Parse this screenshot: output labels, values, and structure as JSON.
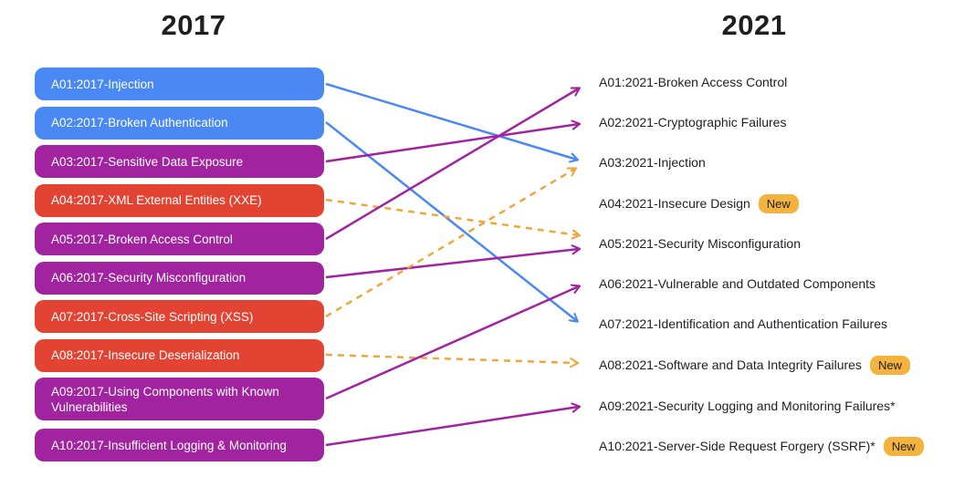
{
  "diagram": {
    "left_header": "2017",
    "right_header": "2021"
  },
  "colors": {
    "blue": "#4a89f3",
    "purple": "#a2239f",
    "red": "#e24333",
    "orange": "#eda73d",
    "badge_bg": "#f4b33d",
    "badge_text": "#202124",
    "box_text": "#ffffff",
    "right_text": "#202124",
    "header_text": "#1f1f1f"
  },
  "left": {
    "items": [
      {
        "id": "A01:2017",
        "label": "A01:2017-Injection",
        "color": "#4a89f3"
      },
      {
        "id": "A02:2017",
        "label": "A02:2017-Broken Authentication",
        "color": "#4a89f3"
      },
      {
        "id": "A03:2017",
        "label": "A03:2017-Sensitive Data Exposure",
        "color": "#a2239f"
      },
      {
        "id": "A04:2017",
        "label": "A04:2017-XML External Entities (XXE)",
        "color": "#e24333"
      },
      {
        "id": "A05:2017",
        "label": "A05:2017-Broken Access Control",
        "color": "#a2239f"
      },
      {
        "id": "A06:2017",
        "label": "A06:2017-Security Misconfiguration",
        "color": "#a2239f"
      },
      {
        "id": "A07:2017",
        "label": "A07:2017-Cross-Site Scripting (XSS)",
        "color": "#e24333"
      },
      {
        "id": "A08:2017",
        "label": "A08:2017-Insecure Deserialization",
        "color": "#e24333"
      },
      {
        "id": "A09:2017",
        "label": "A09:2017-Using Components with Known Vulnerabilities",
        "color": "#a2239f"
      },
      {
        "id": "A10:2017",
        "label": "A10:2017-Insufficient Logging & Monitoring",
        "color": "#a2239f"
      }
    ]
  },
  "right": {
    "items": [
      {
        "id": "A01:2021",
        "label": "A01:2021-Broken Access Control",
        "badge": ""
      },
      {
        "id": "A02:2021",
        "label": "A02:2021-Cryptographic Failures",
        "badge": ""
      },
      {
        "id": "A03:2021",
        "label": "A03:2021-Injection",
        "badge": ""
      },
      {
        "id": "A04:2021",
        "label": "A04:2021-Insecure Design",
        "badge": "New"
      },
      {
        "id": "A05:2021",
        "label": "A05:2021-Security Misconfiguration",
        "badge": ""
      },
      {
        "id": "A06:2021",
        "label": "A06:2021-Vulnerable and Outdated Components",
        "badge": ""
      },
      {
        "id": "A07:2021",
        "label": "A07:2021-Identification and Authentication Failures",
        "badge": ""
      },
      {
        "id": "A08:2021",
        "label": "A08:2021-Software and Data Integrity Failures",
        "badge": "New"
      },
      {
        "id": "A09:2021",
        "label": "A09:2021-Security Logging and Monitoring Failures*",
        "badge": ""
      },
      {
        "id": "A10:2021",
        "label": "A10:2021-Server-Side Request Forgery (SSRF)*",
        "badge": "New"
      }
    ]
  },
  "connections": [
    {
      "from": "A01:2017",
      "to": "A03:2021",
      "style": "solid",
      "color": "#4a89f3"
    },
    {
      "from": "A02:2017",
      "to": "A07:2021",
      "style": "solid",
      "color": "#4a89f3"
    },
    {
      "from": "A03:2017",
      "to": "A02:2021",
      "style": "solid",
      "color": "#a2239f"
    },
    {
      "from": "A04:2017",
      "to": "A05:2021",
      "style": "dashed",
      "color": "#eda73d"
    },
    {
      "from": "A05:2017",
      "to": "A01:2021",
      "style": "solid",
      "color": "#a2239f"
    },
    {
      "from": "A06:2017",
      "to": "A05:2021",
      "style": "solid",
      "color": "#a2239f"
    },
    {
      "from": "A07:2017",
      "to": "A03:2021",
      "style": "dashed",
      "color": "#eda73d"
    },
    {
      "from": "A08:2017",
      "to": "A08:2021",
      "style": "dashed",
      "color": "#eda73d"
    },
    {
      "from": "A09:2017",
      "to": "A06:2021",
      "style": "solid",
      "color": "#a2239f"
    },
    {
      "from": "A10:2017",
      "to": "A09:2021",
      "style": "solid",
      "color": "#a2239f"
    }
  ]
}
